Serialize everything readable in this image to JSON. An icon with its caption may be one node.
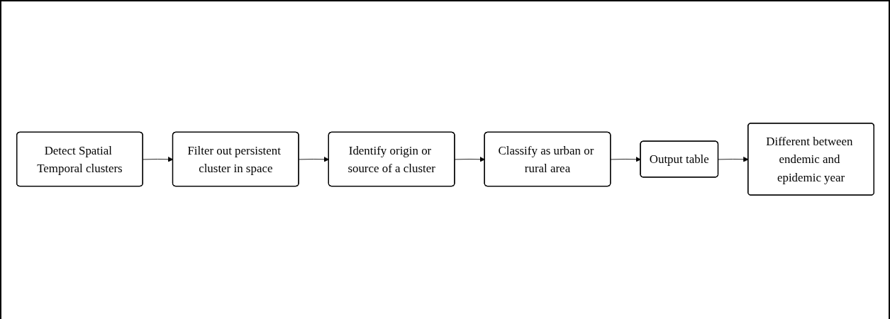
{
  "diagram": {
    "nodes": [
      {
        "text": [
          "Identify origin or source of a cluster"
        ]
      },
      {
        "text": [
          "Filter out persistent cluster in space"
        ]
      },
      {
        "text": [
          "Detect Spatial Temporal clusters"
        ]
      },
      {
        "text": [
          "Classify as urban or rural area"
        ]
      },
      {
        "text": [
          "Output table"
        ]
      },
      {
        "text": [
          "Different between endemic and epidemic year"
        ]
      }
    ],
    "edges": [
      {
        "from": 2,
        "to": 1,
        "arrow": "to"
      },
      {
        "from": 1,
        "to": 0,
        "arrow": "to"
      },
      {
        "from": 0,
        "to": 3,
        "arrow": "to"
      },
      {
        "from": 3,
        "to": 4,
        "arrow": "to"
      },
      {
        "from": 4,
        "to": 5,
        "arrow": "to"
      }
    ]
  }
}
